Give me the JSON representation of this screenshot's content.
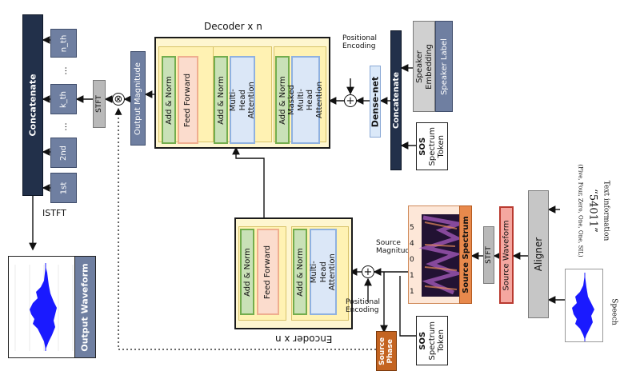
{
  "decoder": {
    "title": "Decoder x n",
    "add_norm_1": "Add & Norm",
    "feed_forward": "Feed Forward",
    "add_norm_2": "Add & Norm",
    "mha": "Multi-Head Attention",
    "add_norm_3": "Add & Norm",
    "masked_mha": "Masked Multi-Head Attention",
    "positional_encoding": "Positional Encoding"
  },
  "encoder": {
    "title": "Encoder x n",
    "add_norm_1": "Add & Norm",
    "feed_forward": "Feed Forward",
    "add_norm_2": "Add & Norm",
    "mha": "Multi-Head Attention",
    "positional_encoding": "Positional Encoding",
    "source_magnitude": "Source Magnitude"
  },
  "left": {
    "concatenate": "Concatenate",
    "n_th": "n_th",
    "dots1": "...",
    "k_th": "k_th",
    "dots2": "...",
    "second": "2nd",
    "first": "1st",
    "istft": "ISTFT",
    "stft": "STFT",
    "output_magnitude": "Output Magnitude",
    "output_waveform": "Output Waveform",
    "multiply_symbol": "⊗"
  },
  "right": {
    "dense_net": "Dense-net",
    "concatenate": "Concatenate",
    "speaker_embedding": "Speaker Embedding",
    "speaker_label": "Speaker Label",
    "sos_decoder": {
      "bold": "SOS",
      "rest": "Spectrum Token"
    },
    "sos_encoder": {
      "bold": "SOS",
      "rest": "Spectrum Token"
    },
    "source_spectrum": "Source Spectrum",
    "stft": "STFT",
    "source_waveform": "Source Waveform",
    "aligner": "Aligner",
    "source_phase": "Source Phase",
    "text_information": "Text information",
    "digits": "“54011”",
    "phonemes": "(Five, Four, Zero, One, One, SIL)",
    "speech": "Speech",
    "spectrum_labels": [
      "5",
      "4",
      "0",
      "1",
      "1"
    ]
  },
  "colors": {
    "navy": "#22304a",
    "slate": "#6f7fa1",
    "addnorm_green": "#c9e1b7",
    "feed_peach": "#fbdccd",
    "attention_blue": "#dbe7f7",
    "source_orange": "#c46421",
    "waveform_blue": "#1a1aff",
    "source_wave_pink": "#f5a7a0"
  }
}
